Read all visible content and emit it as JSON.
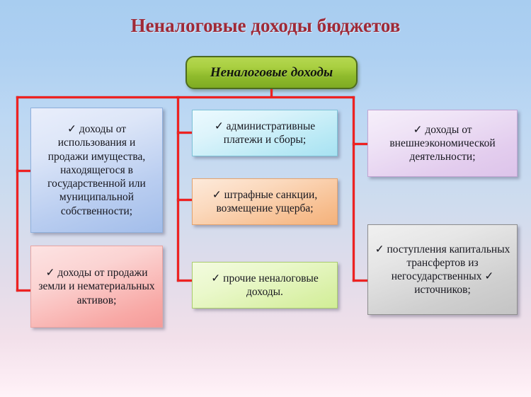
{
  "slide": {
    "title": "Неналоговые доходы бюджетов",
    "background_top_color": "#a8cdf0",
    "background_bottom_color": "#fff4f8",
    "connector_color": "#ee2222"
  },
  "root": {
    "label": "Неналоговые доходы",
    "fill_color": "#a9cf41",
    "border_color": "#4d6b1f"
  },
  "bullet": "✓",
  "branches": {
    "left": [
      {
        "id": "income-from-use-and-sale-of-property",
        "text": "✓   доходы от использования и продажи имущества, находящегося в государственной или муниципальной собственности;",
        "color": "#b9cdf0"
      },
      {
        "id": "income-from-sale-of-land-and-intangible-assets",
        "text": "✓   доходы от продажи земли и нематериальных активов;",
        "color": "#f8a9a6"
      }
    ],
    "middle": [
      {
        "id": "administrative-payments-and-fees",
        "text": "✓   административные платежи и сборы;",
        "color": "#b9e9f5"
      },
      {
        "id": "penalties-and-damage-compensation",
        "text": "✓   штрафные санкции, возмещение ущерба;",
        "color": "#f7bd8d"
      },
      {
        "id": "other-non-tax-income",
        "text": "✓   прочие неналоговые доходы.",
        "color": "#d9f0a6"
      }
    ],
    "right": [
      {
        "id": "income-from-foreign-economic-activity",
        "text": "✓   доходы от внешнеэкономической деятельности;",
        "color": "#e3cdee"
      },
      {
        "id": "capital-transfers-from-non-state-sources",
        "text": "✓   поступления капитальных трансфертов из негосударственных ✓   источников;",
        "color": "#cfcfcf"
      }
    ]
  }
}
